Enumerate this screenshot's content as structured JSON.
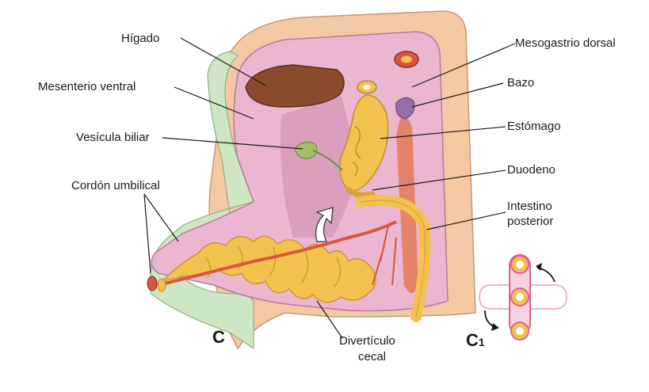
{
  "labels": {
    "higado": "Hígado",
    "mesenterio_ventral": "Mesenterio ventral",
    "vesicula_biliar": "Vesícula biliar",
    "cordon_umbilical": "Cordón umbilical",
    "mesogastrio_dorsal": "Mesogastrio dorsal",
    "bazo": "Bazo",
    "estomago": "Estómago",
    "duodeno": "Duodeno",
    "intestino_line1": "Intestino",
    "intestino_line2": "posterior",
    "diverticulo_line1": "Divertículo",
    "diverticulo_line2": "cecal",
    "panel_c": "C",
    "panel_c1_letter": "C",
    "panel_c1_sub": "1"
  },
  "colors": {
    "outer_wall": "#f3c9a3",
    "body_cavity": "#eab6d0",
    "cavity_dark": "#c98aa8",
    "green_wall": "#cfe6c4",
    "liver": "#8a4a2e",
    "gut_yellow": "#f2c14e",
    "gut_outline": "#d9a23a",
    "artery_red": "#d8553f",
    "gallbladder": "#9fc06a",
    "spleen": "#9a6fa8"
  }
}
